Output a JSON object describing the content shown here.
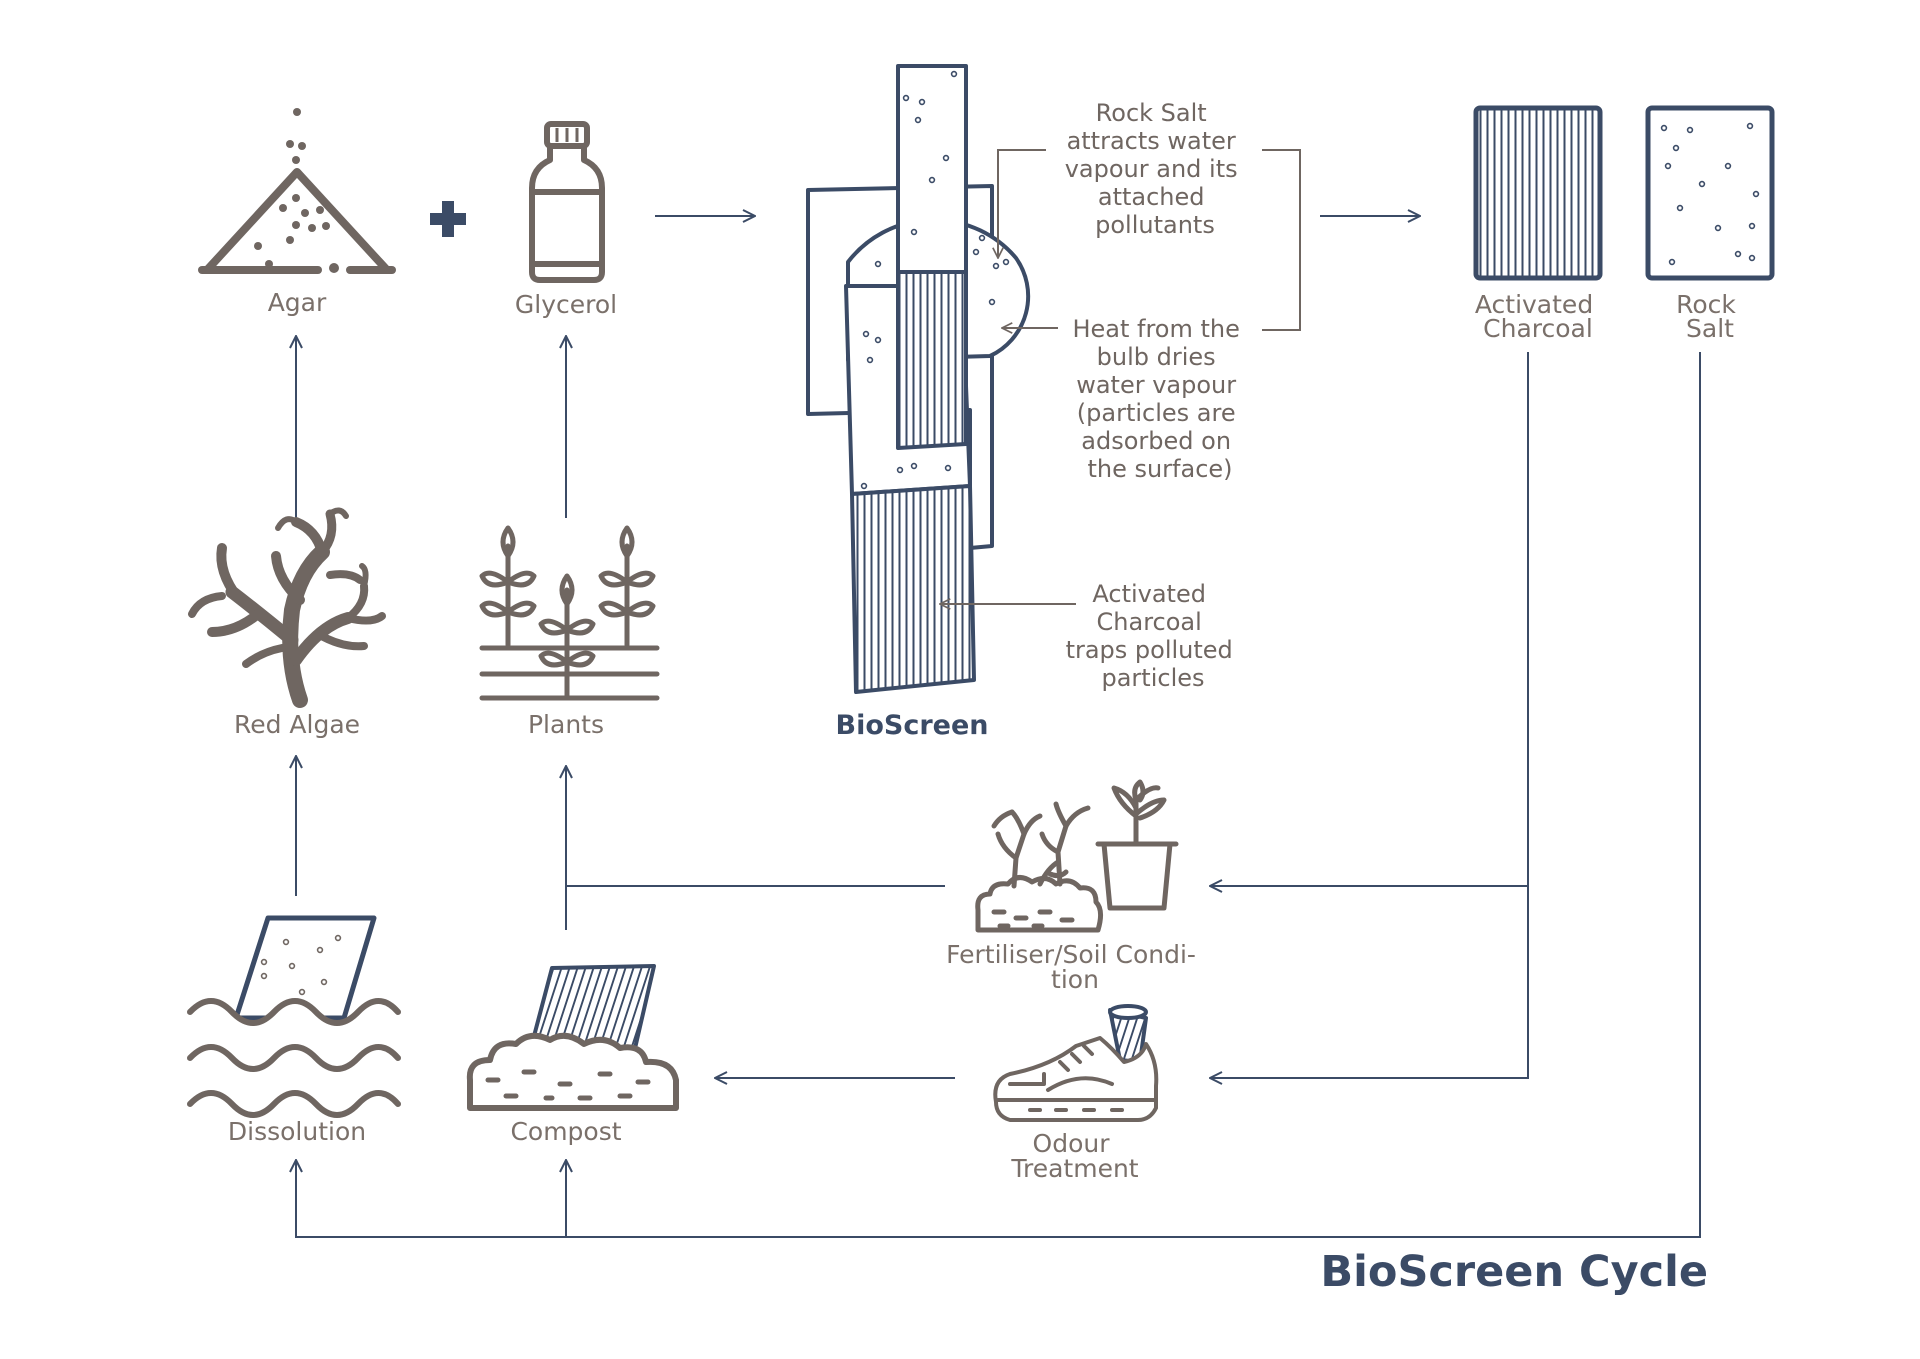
{
  "title": "BioScreen Cycle",
  "colors": {
    "navy": "#3b4b66",
    "brown": "#6f6661",
    "label": "#7a706a"
  },
  "nodes": {
    "agar": "Agar",
    "glycerol": "Glycerol",
    "red_algae": "Red Algae",
    "plants": "Plants",
    "bioscreen": "BioScreen",
    "activated_charcoal": [
      "Activated",
      "Charcoal"
    ],
    "rock_salt": [
      "Rock",
      "Salt"
    ],
    "fertiliser": [
      "Fertiliser/Soil Condi-",
      "tion"
    ],
    "odour": [
      "Odour",
      "Treatment"
    ],
    "dissolution": "Dissolution",
    "compost": "Compost"
  },
  "annotations": {
    "rock_salt_note": [
      "Rock Salt",
      "attracts water",
      "vapour and its",
      "attached",
      "pollutants"
    ],
    "heat_note": [
      "Heat from the",
      "bulb dries",
      "water vapour",
      "(particles are",
      "adsorbed on",
      "the surface)"
    ],
    "charcoal_note": [
      "Activated",
      "Charcoal",
      "traps polluted",
      "particles"
    ]
  },
  "icons": {
    "agar": "agar-pile-icon",
    "plus": "plus-icon",
    "glycerol": "bottle-icon",
    "red_algae": "seaweed-icon",
    "plants": "plants-icon",
    "bioscreen": "bioscreen-device-icon",
    "activated_charcoal": "charcoal-panel-icon",
    "rock_salt": "salt-panel-icon",
    "fertiliser": "soil-plants-icon",
    "odour": "sneaker-icon",
    "dissolution": "dissolving-panel-icon",
    "compost": "compost-icon"
  }
}
